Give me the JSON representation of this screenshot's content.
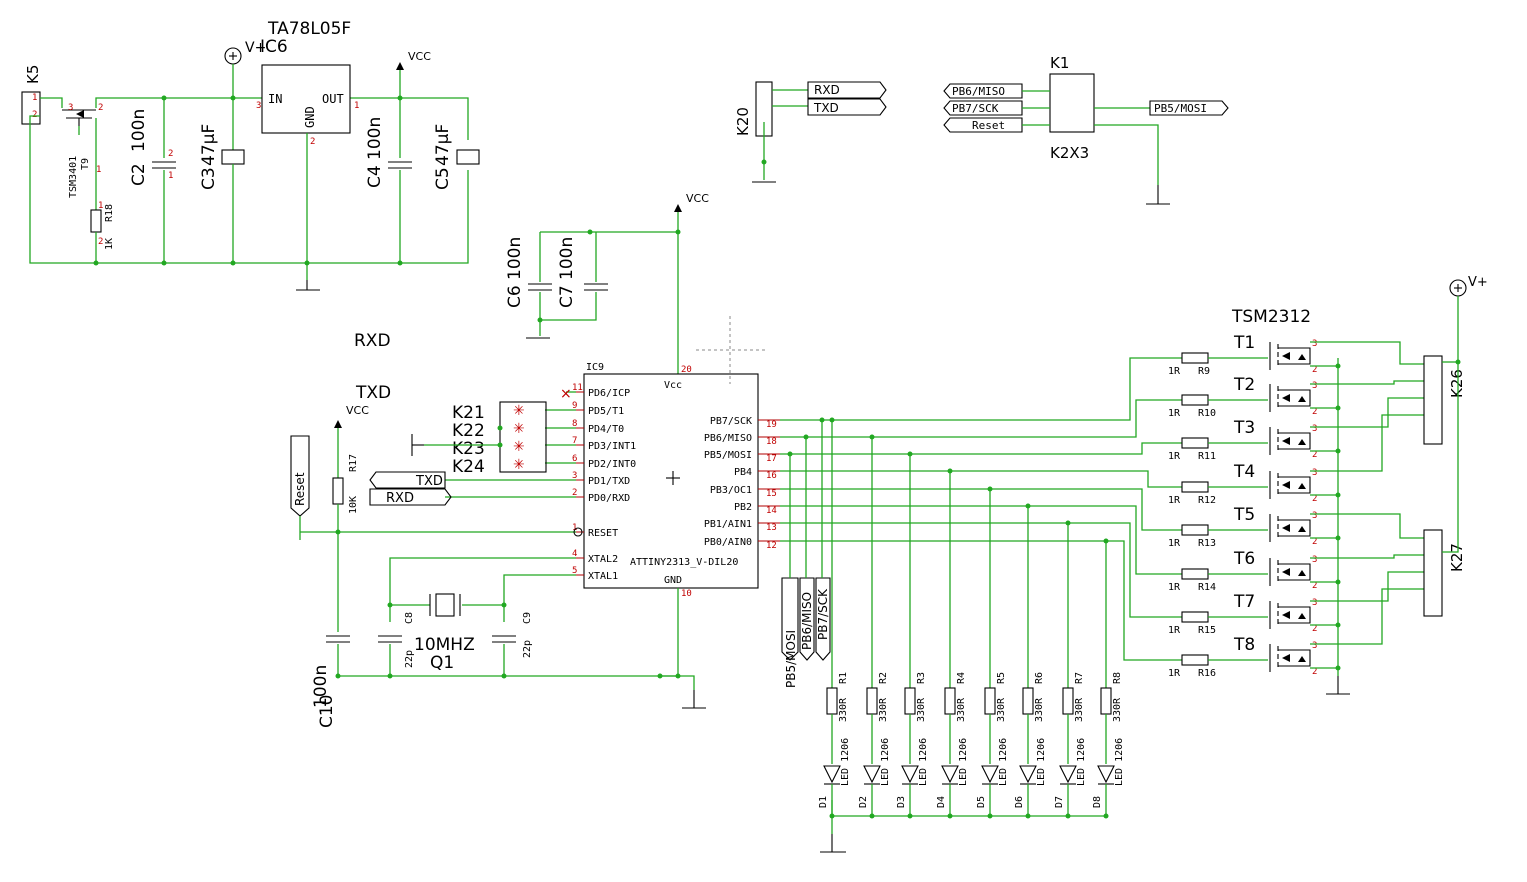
{
  "colors": {
    "wire": "#22a822",
    "body": "#000000",
    "pin": "#b00000",
    "junction": "#22a822"
  },
  "regulator": {
    "part": "TA78L05F",
    "ref": "IC6",
    "pins": {
      "in": "IN",
      "gnd": "GND",
      "out": "OUT"
    },
    "supply_in": "V+",
    "supply_out": "VCC"
  },
  "power": {
    "vcc": "VCC",
    "vplus": "V+"
  },
  "input_section": {
    "connector": "K5",
    "fet": "TSM3401",
    "fet_ref": "T9",
    "resistor": "R18",
    "resistor_val": "1K",
    "caps": [
      {
        "ref": "C2",
        "val": "100n"
      },
      {
        "ref": "C3",
        "val": "47µF"
      },
      {
        "ref": "C4",
        "val": "100n"
      },
      {
        "ref": "C5",
        "val": "47µF"
      }
    ]
  },
  "serial": {
    "connector": "K20",
    "rxd": "RXD",
    "txd": "TXD"
  },
  "isp": {
    "connector": "K1",
    "type": "K2X3",
    "left_labels": [
      "PB6/MISO",
      "PB7/SCK",
      "Reset"
    ],
    "right_label": "PB5/MOSI"
  },
  "decoupling": [
    {
      "ref": "C6",
      "val": "100n"
    },
    {
      "ref": "C7",
      "val": "100n"
    }
  ],
  "mcu": {
    "ref": "IC9",
    "part": "ATTINY2313_V-DIL20",
    "vcc_label": "Vcc",
    "gnd_label": "GND",
    "vcc_pin": "20",
    "gnd_pin": "10",
    "left_pins": [
      {
        "num": "11",
        "name": "PD6/ICP"
      },
      {
        "num": "9",
        "name": "PD5/T1"
      },
      {
        "num": "8",
        "name": "PD4/T0"
      },
      {
        "num": "7",
        "name": "PD3/INT1"
      },
      {
        "num": "6",
        "name": "PD2/INT0"
      },
      {
        "num": "3",
        "name": "PD1/TXD"
      },
      {
        "num": "2",
        "name": "PD0/RXD"
      },
      {
        "num": "1",
        "name": "RESET"
      },
      {
        "num": "4",
        "name": "XTAL2"
      },
      {
        "num": "5",
        "name": "XTAL1"
      }
    ],
    "right_pins": [
      {
        "num": "19",
        "name": "PB7/SCK"
      },
      {
        "num": "18",
        "name": "PB6/MISO"
      },
      {
        "num": "17",
        "name": "PB5/MOSI"
      },
      {
        "num": "16",
        "name": "PB4"
      },
      {
        "num": "15",
        "name": "PB3/OC1"
      },
      {
        "num": "14",
        "name": "PB2"
      },
      {
        "num": "13",
        "name": "PB1/AIN1"
      },
      {
        "num": "12",
        "name": "PB0/AIN0"
      }
    ]
  },
  "jumpers": [
    "K21",
    "K22",
    "K23",
    "K24"
  ],
  "net_labels": {
    "txd": "TXD",
    "rxd": "RXD",
    "reset": "Reset",
    "free_rxd": "RXD",
    "free_txd": "TXD"
  },
  "reset_section": {
    "resistor": "R17",
    "resistor_val": "10K",
    "cap": "C10",
    "cap_val": "100n",
    "vcc": "VCC"
  },
  "crystal": {
    "ref": "Q1",
    "val": "10MHZ",
    "caps": [
      {
        "ref": "C8",
        "val": "22p"
      },
      {
        "ref": "C9",
        "val": "22p"
      }
    ]
  },
  "bus_labels": [
    "PB5/MOSI",
    "PB6/MISO",
    "PB7/SCK"
  ],
  "led_resistors": [
    {
      "ref": "R1",
      "val": "330R"
    },
    {
      "ref": "R2",
      "val": "330R"
    },
    {
      "ref": "R3",
      "val": "330R"
    },
    {
      "ref": "R4",
      "val": "330R"
    },
    {
      "ref": "R5",
      "val": "330R"
    },
    {
      "ref": "R6",
      "val": "330R"
    },
    {
      "ref": "R7",
      "val": "330R"
    },
    {
      "ref": "R8",
      "val": "330R"
    }
  ],
  "leds": [
    {
      "ref": "D1",
      "val": "LED 1206"
    },
    {
      "ref": "D2",
      "val": "LED 1206"
    },
    {
      "ref": "D3",
      "val": "LED 1206"
    },
    {
      "ref": "D4",
      "val": "LED 1206"
    },
    {
      "ref": "D5",
      "val": "LED 1206"
    },
    {
      "ref": "D6",
      "val": "LED 1206"
    },
    {
      "ref": "D7",
      "val": "LED 1206"
    },
    {
      "ref": "D8",
      "val": "LED 1206"
    }
  ],
  "mosfets": {
    "part": "TSM2312",
    "items": [
      {
        "ref": "T1",
        "gate_r": "R9",
        "gate_val": "1R"
      },
      {
        "ref": "T2",
        "gate_r": "R10",
        "gate_val": "1R"
      },
      {
        "ref": "T3",
        "gate_r": "R11",
        "gate_val": "1R"
      },
      {
        "ref": "T4",
        "gate_r": "R12",
        "gate_val": "1R"
      },
      {
        "ref": "T5",
        "gate_r": "R13",
        "gate_val": "1R"
      },
      {
        "ref": "T6",
        "gate_r": "R14",
        "gate_val": "1R"
      },
      {
        "ref": "T7",
        "gate_r": "R15",
        "gate_val": "1R"
      },
      {
        "ref": "T8",
        "gate_r": "R16",
        "gate_val": "1R"
      }
    ]
  },
  "out_connectors": [
    "K26",
    "K27"
  ],
  "out_supply": "V+"
}
